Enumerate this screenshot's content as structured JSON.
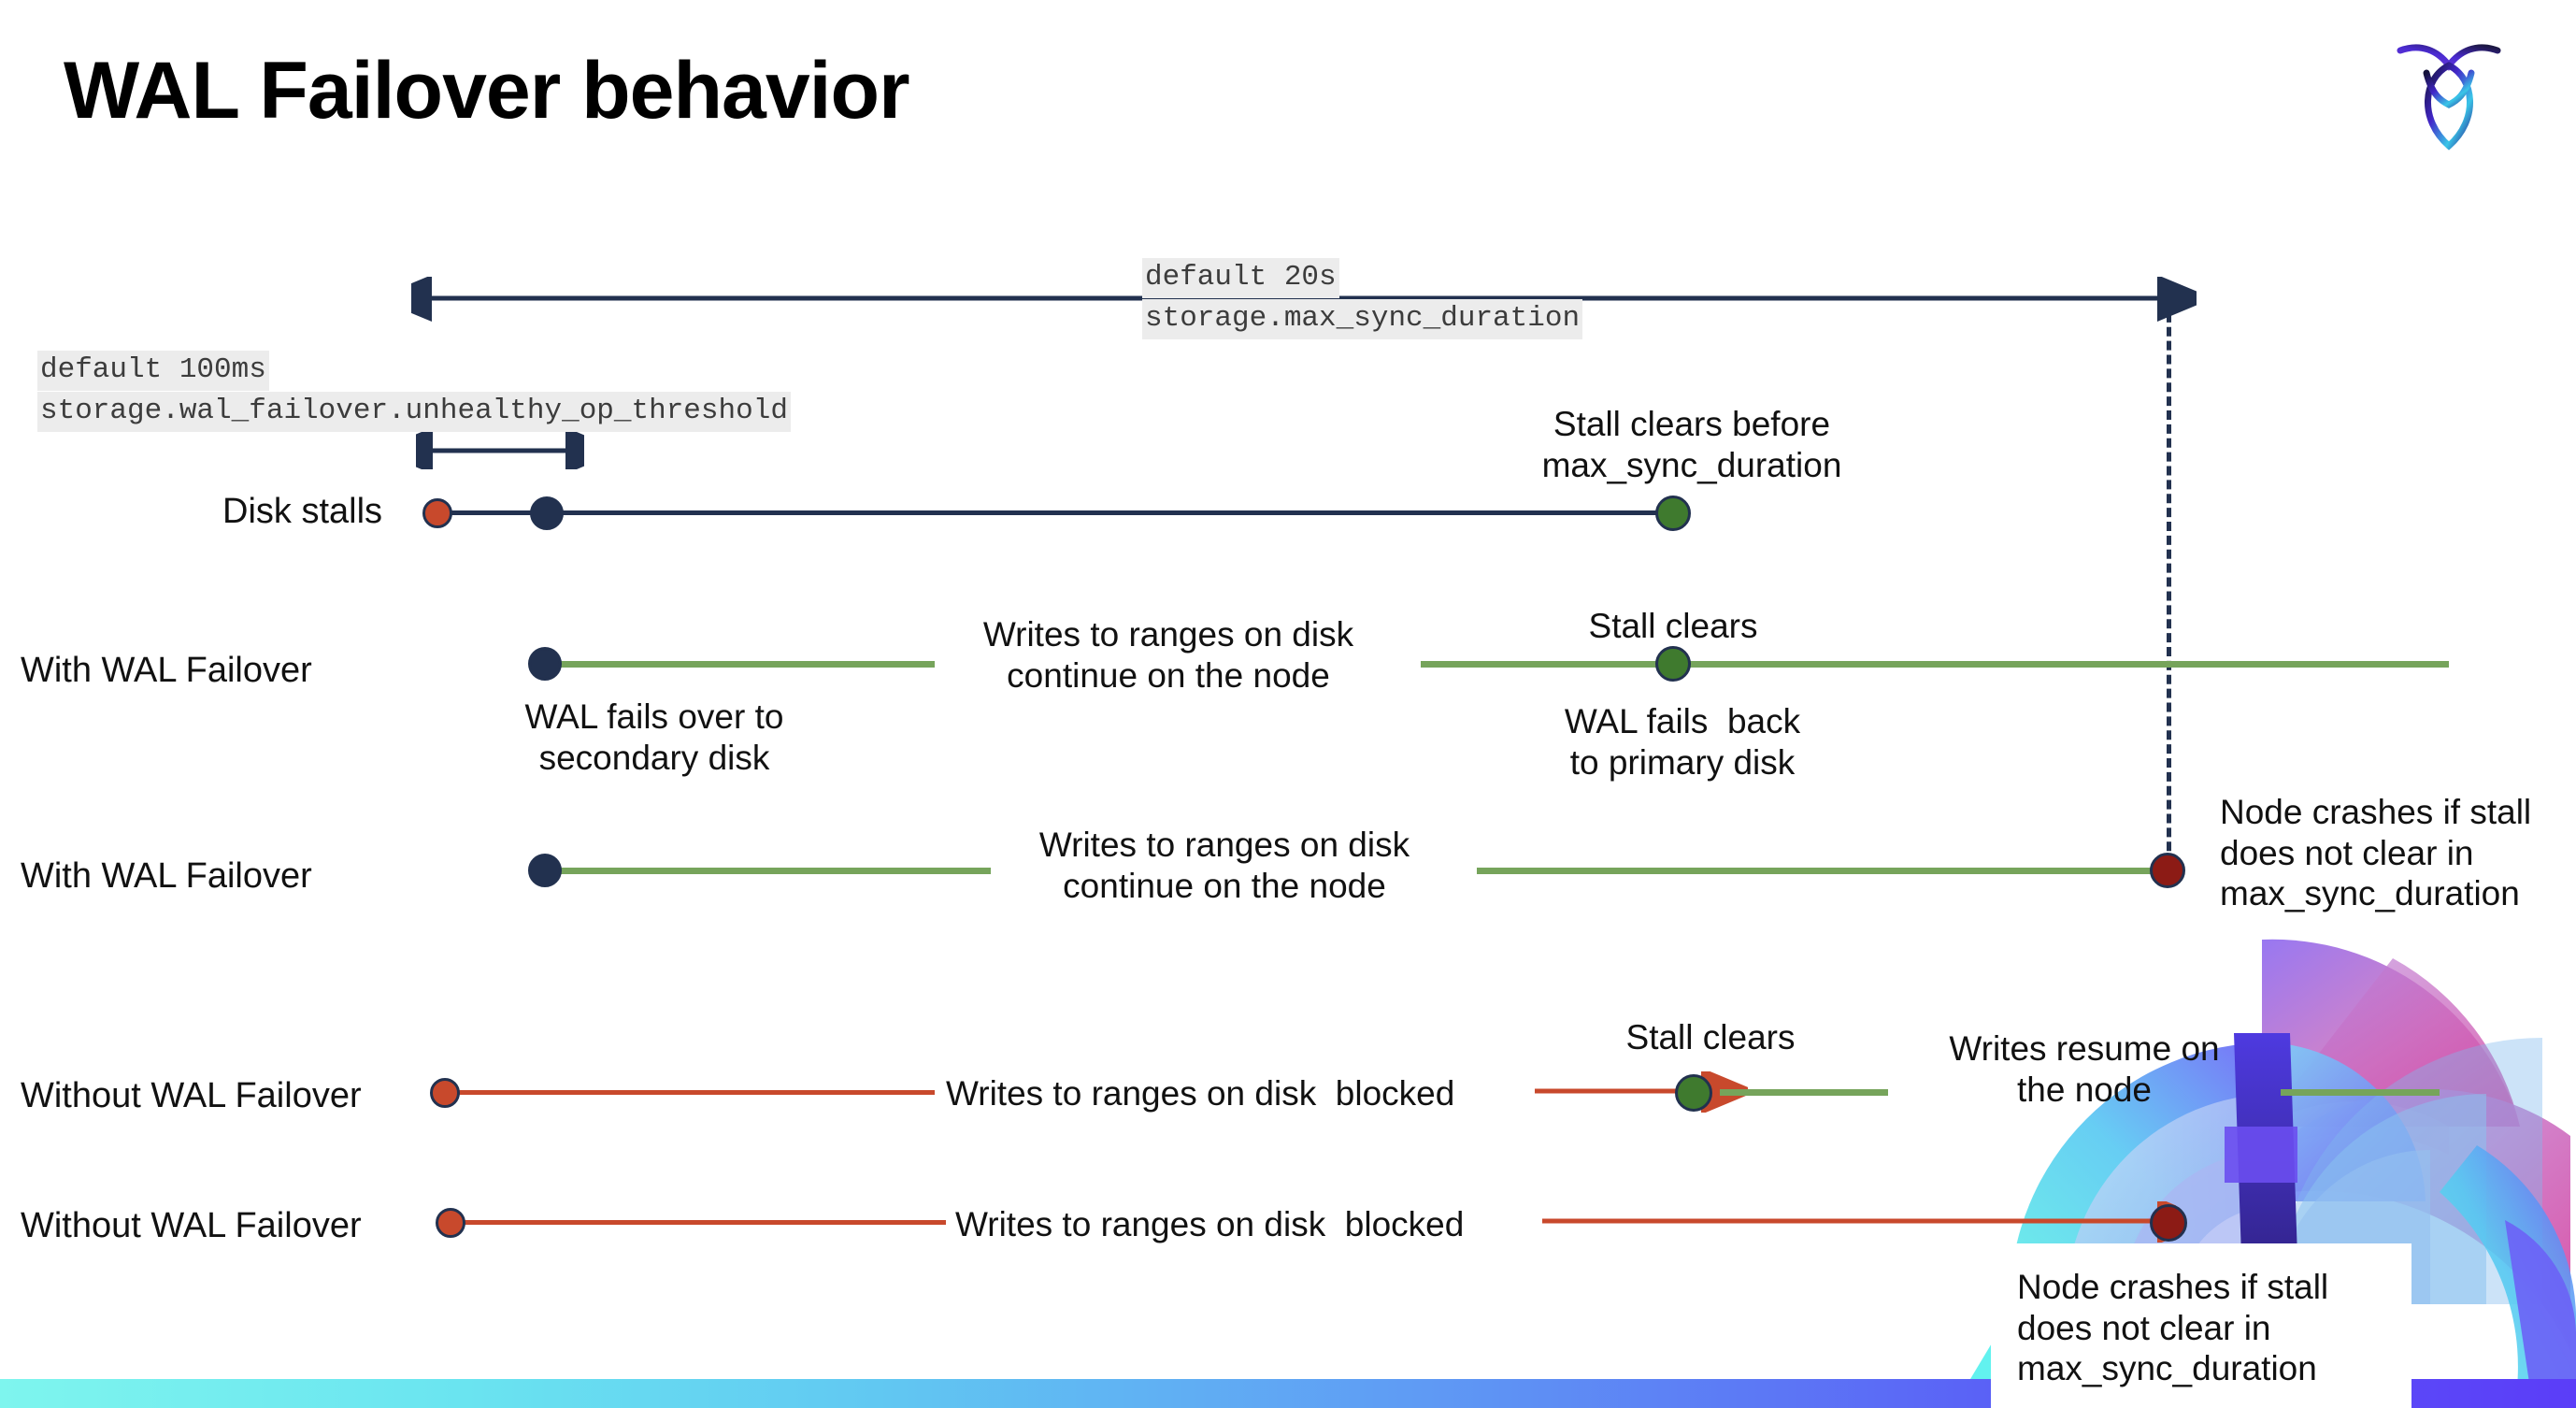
{
  "slide": {
    "title": "WAL Failover behavior",
    "logo_name": "cockroachdb-logo"
  },
  "settings": {
    "max_sync": {
      "default": "default 20s",
      "name": "storage.max_sync_duration"
    },
    "unhealthy": {
      "default": "default 100ms",
      "name": "storage.wal_failover.unhealthy_op_threshold"
    }
  },
  "rows": {
    "disk_stalls": {
      "label": "Disk stalls",
      "note_stall_clears": "Stall clears before\nmax_sync_duration"
    },
    "with_failover_1": {
      "label": "With WAL Failover",
      "note_failover": "WAL fails over to\nsecondary disk",
      "note_writes": "Writes to ranges on disk\ncontinue on the node",
      "note_stall_clears": "Stall clears",
      "note_fail_back": "WAL fails  back\nto primary disk"
    },
    "with_failover_2": {
      "label": "With WAL Failover",
      "note_writes": "Writes to ranges on disk\ncontinue on the node",
      "note_crash": "Node crashes if stall\ndoes not clear in\nmax_sync_duration"
    },
    "without_failover_1": {
      "label": "Without WAL Failover",
      "note_blocked": "Writes to ranges on disk  blocked",
      "note_stall_clears": "Stall clears",
      "note_resume": "Writes resume on\nthe node"
    },
    "without_failover_2": {
      "label": "Without WAL Failover",
      "note_blocked": "Writes to ranges on disk  blocked",
      "note_crash": "Node crashes if stall\ndoes not clear in\nmax_sync_duration"
    }
  },
  "colors": {
    "navy": "#22314f",
    "green_line": "#76a45b",
    "orange_line": "#c8492c",
    "dot_green": "#3f7a2e",
    "dot_red": "#8c1b15",
    "dot_orange": "#c8492c",
    "code_bg": "#ececec"
  }
}
